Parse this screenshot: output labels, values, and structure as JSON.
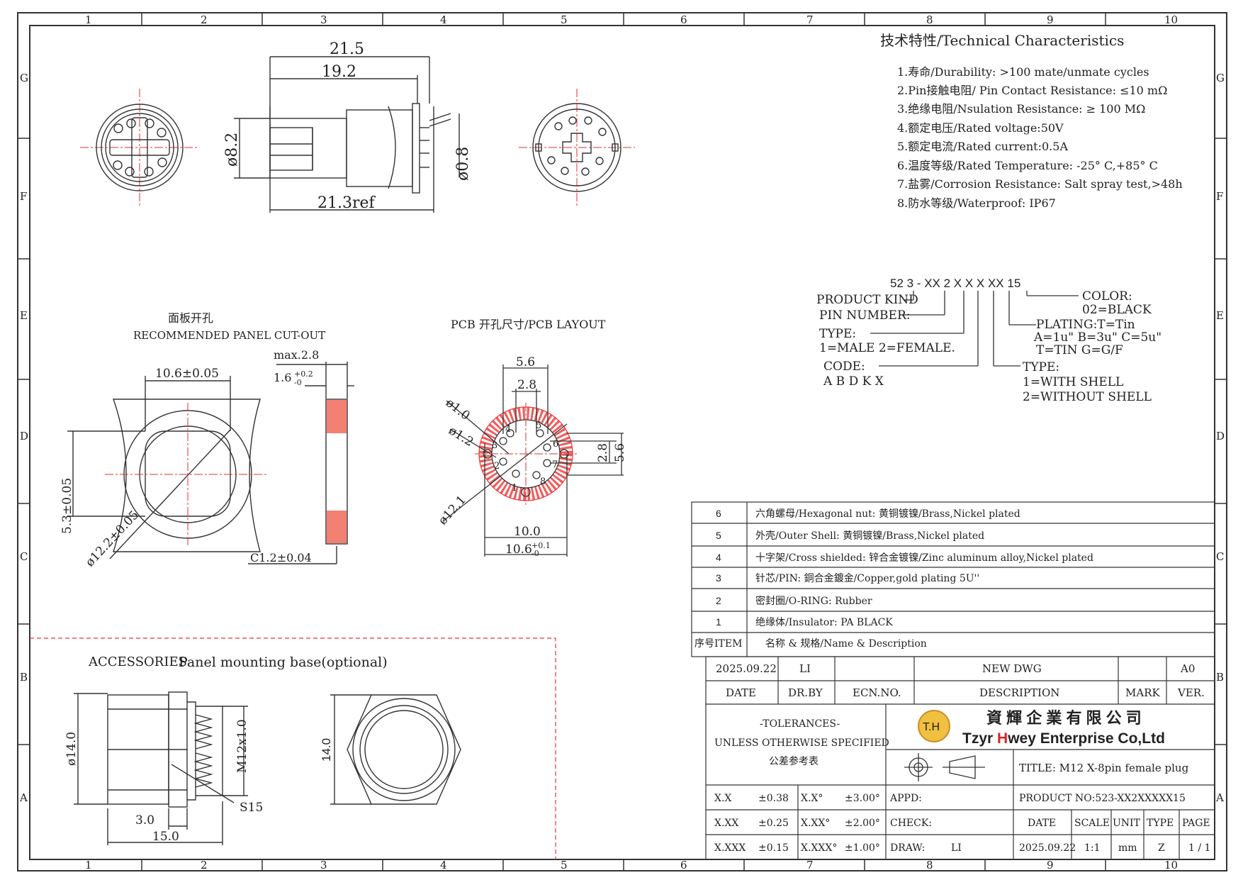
{
  "grid": {
    "cols": [
      "1",
      "2",
      "3",
      "4",
      "5",
      "6",
      "7",
      "8",
      "9",
      "10"
    ],
    "rows": [
      "G",
      "F",
      "E",
      "D",
      "C",
      "B",
      "A"
    ]
  },
  "tech": {
    "title": "技术特性/Technical Characteristics",
    "items": [
      "1.寿命/Durability: >100 mate/unmate cycles",
      "2.Pin接触电阻/ Pin Contact Resistance: ≤10 mΩ",
      "3.绝缘电阻/Nsulation Resistance: ≥ 100 MΩ",
      "4.额定电压/Rated voltage:50V",
      "5.额定电流/Rated current:0.5A",
      "6.温度等级/Rated Temperature: -25° C,+85° C",
      "7.盐雾/Corrosion Resistance: Salt spray test,>48h",
      "8.防水等级/Waterproof: IP67"
    ]
  },
  "part_code": {
    "code": "52 3 - XX 2 X X X XX 15",
    "product_kind": "PRODUCT KIND",
    "pin_number": "PIN NUMBER:",
    "type_label": "TYPE:",
    "type_values": "1=MALE   2=FEMALE.",
    "code_label": "CODE:",
    "code_values": "A  B  D K X",
    "color_label": "COLOR:",
    "color_values": "02=BLACK",
    "plating_label": "PLATING:T=Tin",
    "plating_line2": "A=1u\"  B=3u\"  C=5u\"",
    "plating_line3": "T=TIN  G=G/F",
    "shell_label": "TYPE:",
    "shell_line1": "1=WITH SHELL",
    "shell_line2": "2=WITHOUT SHELL"
  },
  "views": {
    "top_dims": {
      "d1": "21.5",
      "d2": "19.2",
      "d3": "21.3ref",
      "d4": "ø8.2",
      "d5": "ø0.8"
    },
    "panel": {
      "title_cn": "面板开孔",
      "title_en": "RECOMMENDED PANEL CUT-OUT",
      "w": "10.6±0.05",
      "h": "5.3±0.05",
      "dia": "ø12.2±0.05",
      "max": "max.2.8",
      "thick": "1.6",
      "thick_tol_up": "+0.2",
      "thick_tol_dn": "-0",
      "chamfer": "C1.2±0.04"
    },
    "pcb": {
      "title": "PCB 开孔尺寸/PCB LAYOUT",
      "d56": "5.6",
      "d28": "2.8",
      "d10": "ø1.0",
      "d12": "ø1.2",
      "d121": "ø12.1",
      "w100": "10.0",
      "w106": "10.6",
      "w106_tol_up": "+0.1",
      "w106_tol_dn": "-0",
      "v28": "2.8",
      "v56": "5.6",
      "pins": [
        "1",
        "2",
        "3",
        "4",
        "5",
        "6",
        "7",
        "8"
      ]
    },
    "acc": {
      "title_a": "ACCESSORIES",
      "title_b": "Panel mounting base(optional)",
      "d14": "ø14.0",
      "m12": "M12x1.0",
      "s15": "S15",
      "w30": "3.0",
      "w150": "15.0",
      "h14": "14.0"
    }
  },
  "bom": {
    "rows": [
      {
        "no": "6",
        "desc": "六角螺母/Hexagonal nut: 黄铜镀镍/Brass,Nickel plated"
      },
      {
        "no": "5",
        "desc": "外壳/Outer Shell: 黄铜镀镍/Brass,Nickel plated"
      },
      {
        "no": "4",
        "desc": "十字架/Cross shielded: 锌合金镀镍/Zinc aluminum alloy,Nickel plated"
      },
      {
        "no": "3",
        "desc": "针芯/PIN: 銅合金鍍金/Copper,gold plating 5U''"
      },
      {
        "no": "2",
        "desc": "密封圈/O-RING: Rubber"
      },
      {
        "no": "1",
        "desc": "绝缘体/Insulator: PA BLACK"
      }
    ],
    "header_no": "序号ITEM",
    "header_desc": "名称 & 规格/Name & Description"
  },
  "revision": {
    "date": "2025.09.22",
    "drby": "LI",
    "ecn": "",
    "desc": "NEW DWG",
    "mark": "",
    "ver": "A0",
    "h_date": "DATE",
    "h_drby": "DR.BY",
    "h_ecn": "ECN.NO.",
    "h_desc": "DESCRIPTION",
    "h_mark": "MARK",
    "h_ver": "VER."
  },
  "titleblock": {
    "tol_title": "-TOLERANCES-",
    "tol_sub": "UNLESS OTHERWISE SPECIFIED",
    "tol_cn": "公差参考表",
    "logo": "T.H",
    "company_cn": "資 輝 企 業 有 限 公 司",
    "company_en_a": "Tzyr ",
    "company_en_b": "H",
    "company_en_c": "wey Enterprise Co,Ltd",
    "title": "TITLE: M12 X-8pin female plug",
    "product_no": "PRODUCT NO:523-XX2XXXXX15",
    "tol_rows": [
      {
        "a": "X.X",
        "av": "±0.38",
        "b": "X.X°",
        "bv": "±3.00°"
      },
      {
        "a": "X.XX",
        "av": "±0.25",
        "b": "X.XX°",
        "bv": "±2.00°"
      },
      {
        "a": "X.XXX",
        "av": "±0.15",
        "b": "X.XXX°",
        "bv": "±1.00°"
      }
    ],
    "appd": "APPD:",
    "check": "CHECK:",
    "draw": "DRAW:",
    "draw_by": "LI",
    "h_date": "DATE",
    "h_scale": "SCALE",
    "h_unit": "UNIT",
    "h_type": "TYPE",
    "h_page": "PAGE",
    "date": "2025.09.22",
    "scale": "1:1",
    "unit": "mm",
    "type": "Z",
    "page": "1 / 1"
  }
}
